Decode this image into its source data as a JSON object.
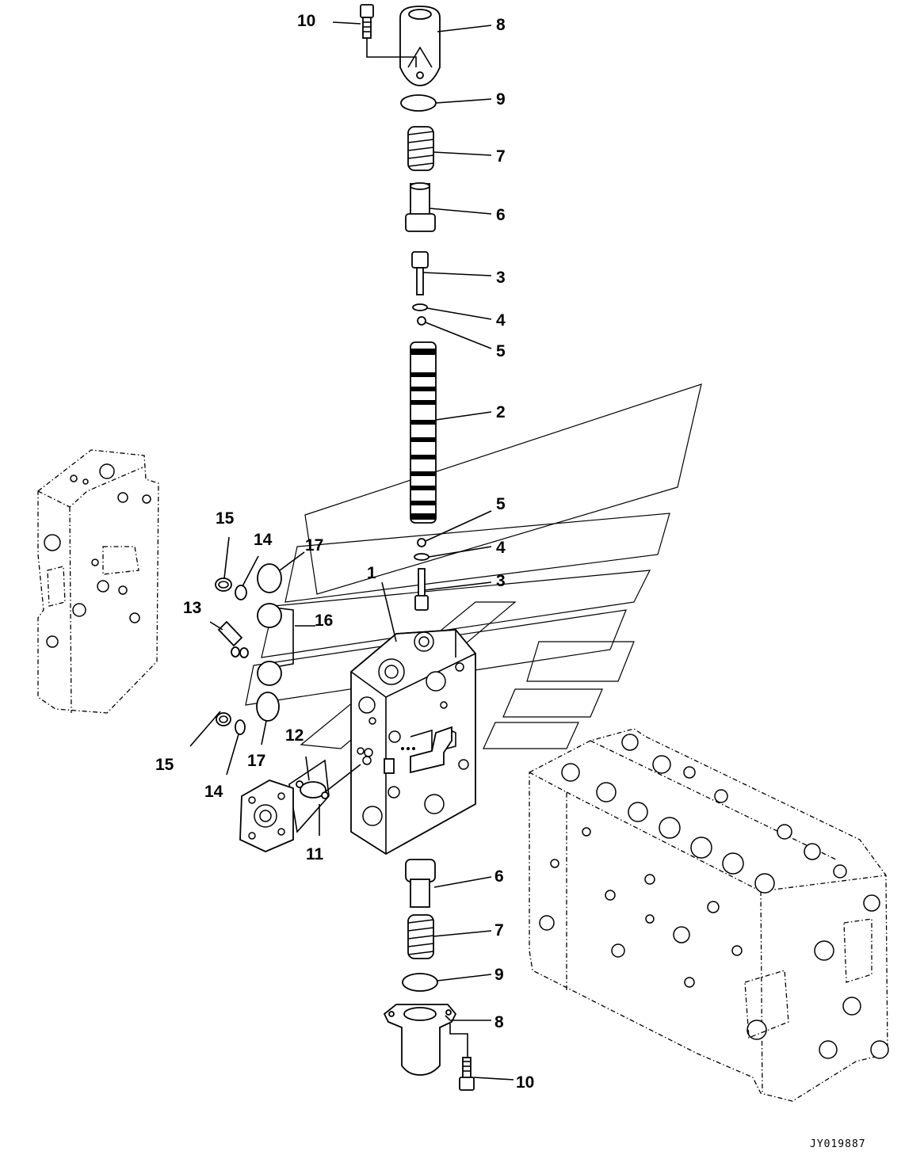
{
  "drawing_code": "JY019887",
  "callouts": {
    "top_bolt": "10",
    "top_cap": "8",
    "top_oring": "9",
    "top_spring": "7",
    "top_retainer": "6",
    "top_plug": "3",
    "top_small_ring": "4",
    "top_ball": "5",
    "spool": "2",
    "lower_ball": "5",
    "lower_small_ring": "4",
    "lower_plug": "3",
    "valve_body": "1",
    "left_ring_top": "15",
    "left_oring_top": "14",
    "large_oring_top": "17",
    "check_valve": "13",
    "large_oring_group": "16",
    "left_ring_bottom": "15",
    "left_oring_bottom": "14",
    "large_oring_bottom": "17",
    "small_oring_12": "12",
    "flange_oring_11": "11",
    "bottom_retainer": "6",
    "bottom_spring": "7",
    "bottom_oring": "9",
    "bottom_cap": "8",
    "bottom_bolt": "10"
  }
}
